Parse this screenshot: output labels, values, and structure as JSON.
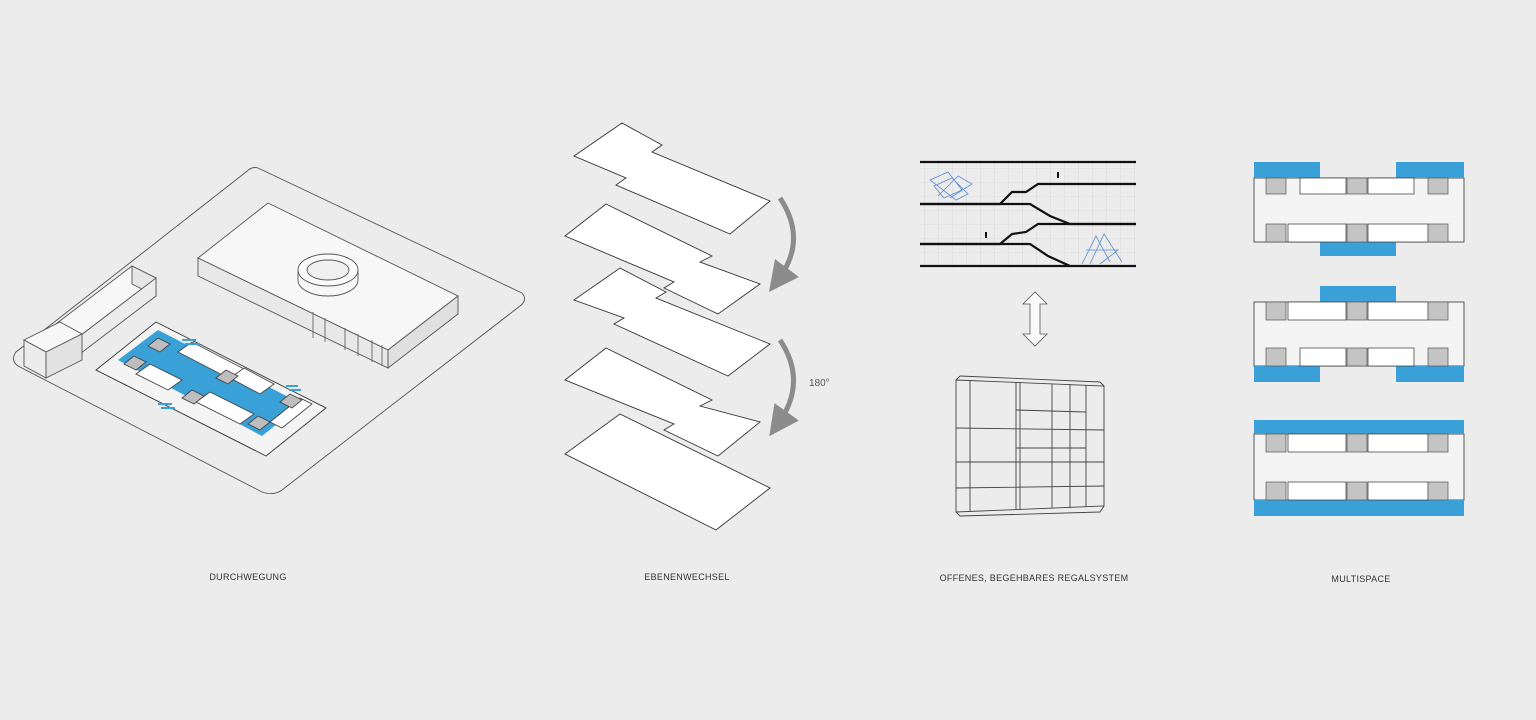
{
  "panels": [
    {
      "caption": "DURCHWEGUNG"
    },
    {
      "caption": "EBENENWECHSEL",
      "rotation_label": "180°"
    },
    {
      "caption": "OFFENES, BEGEHBARES REGALSYSTEM"
    },
    {
      "caption": "MULTISPACE"
    }
  ],
  "colors": {
    "background": "#ececec",
    "accent_blue": "#3aa0d8",
    "grey_block": "#c4c4c4",
    "line": "#222222",
    "arrow_grey": "#8c8c8c"
  }
}
